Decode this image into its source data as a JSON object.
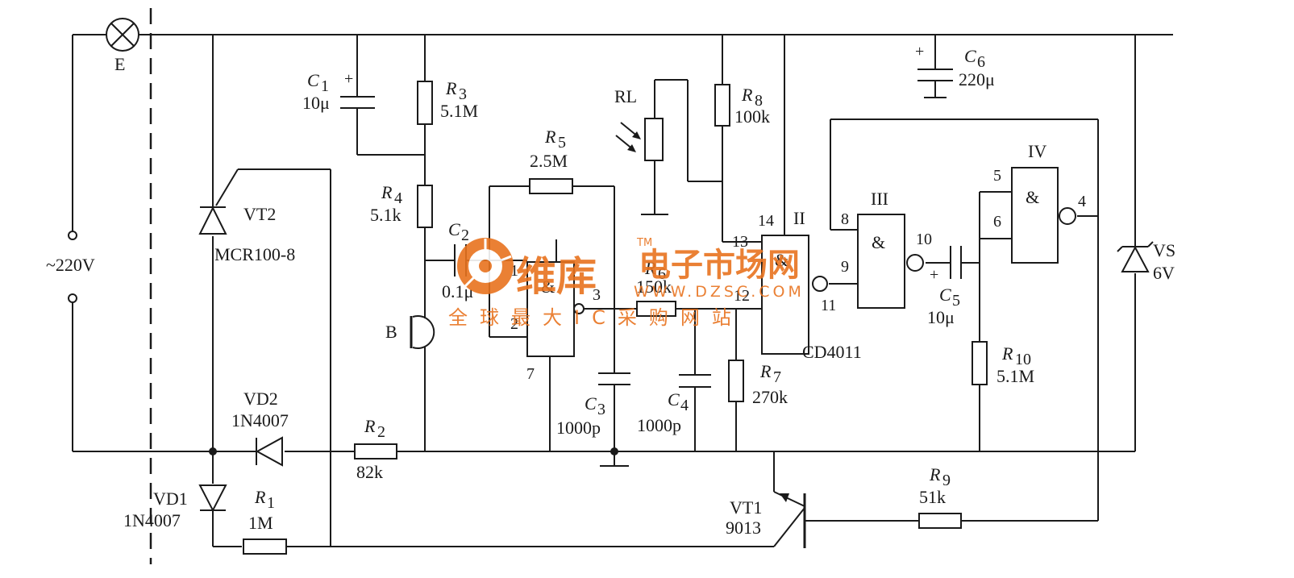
{
  "components": {
    "lamp": {
      "ref": "E"
    },
    "supply": {
      "text": "~220V"
    },
    "vt2": {
      "ref": "VT2",
      "part": "MCR100-8"
    },
    "vd1": {
      "ref": "VD1",
      "part": "1N4007"
    },
    "vd2": {
      "ref": "VD2",
      "part": "1N4007"
    },
    "r1": {
      "ref": "R",
      "sub": "1",
      "value": "1M"
    },
    "r2": {
      "ref": "R",
      "sub": "2",
      "value": "82k"
    },
    "c1": {
      "ref": "C",
      "sub": "1",
      "value": "10μ",
      "pol": "+"
    },
    "r3": {
      "ref": "R",
      "sub": "3",
      "value": "5.1M"
    },
    "r4": {
      "ref": "R",
      "sub": "4",
      "value": "5.1k"
    },
    "c2": {
      "ref": "C",
      "sub": "2",
      "value": "0.1μ"
    },
    "mic": {
      "ref": "B"
    },
    "r5": {
      "ref": "R",
      "sub": "5",
      "value": "2.5M"
    },
    "rl": {
      "ref": "RL"
    },
    "r6": {
      "ref": "R",
      "sub": "6",
      "value": "150k"
    },
    "c3": {
      "ref": "C",
      "sub": "3",
      "value": "1000p"
    },
    "c4": {
      "ref": "C",
      "sub": "4",
      "value": "1000p"
    },
    "r7": {
      "ref": "R",
      "sub": "7",
      "value": "270k"
    },
    "r8": {
      "ref": "R",
      "sub": "8",
      "value": "100k"
    },
    "ic": {
      "ref": "CD4011"
    },
    "c5": {
      "ref": "C",
      "sub": "5",
      "value": "10μ",
      "pol": "+"
    },
    "c6": {
      "ref": "C",
      "sub": "6",
      "value": "220μ",
      "pol": "+"
    },
    "r10": {
      "ref": "R",
      "sub": "10",
      "value": "5.1M"
    },
    "r9": {
      "ref": "R",
      "sub": "9",
      "value": "51k"
    },
    "vt1": {
      "ref": "VT1",
      "part": "9013"
    },
    "vs": {
      "ref": "VS",
      "part": "6V"
    }
  },
  "gates": {
    "g1": {
      "roman": "",
      "symbol": "&",
      "pins": [
        "1",
        "2",
        "3",
        "7"
      ]
    },
    "g2": {
      "roman": "II",
      "symbol": "&",
      "pins": [
        "13",
        "12",
        "11",
        "14"
      ]
    },
    "g3": {
      "roman": "III",
      "symbol": "&",
      "pins": [
        "8",
        "9",
        "10"
      ]
    },
    "g4": {
      "roman": "IV",
      "symbol": "&",
      "pins": [
        "5",
        "6",
        "4"
      ]
    }
  },
  "watermark": {
    "brand": "维库",
    "tm": "TM",
    "title": "电子市场网",
    "url": "WWW.DZSC.COM",
    "slogan": "全球最大IC采购网站"
  }
}
